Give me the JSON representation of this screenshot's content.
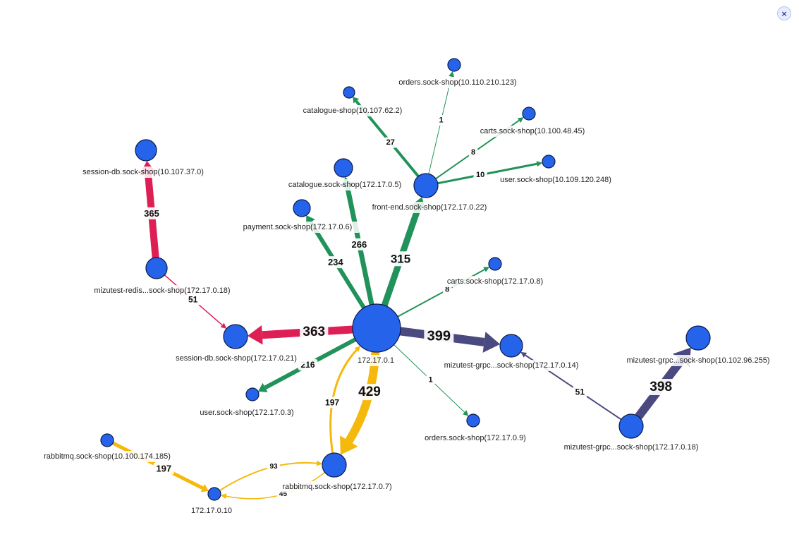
{
  "close_icon_glyph": "×",
  "colors": {
    "node_fill": "#2563eb",
    "node_stroke": "#0b1a4a",
    "green": "#21925a",
    "red": "#de1f56",
    "purple": "#4a4a80",
    "yellow": "#f5b80c"
  },
  "nodes": [
    {
      "id": "n_orders_svc",
      "label": "orders.sock-shop(10.110.210.123)"
    },
    {
      "id": "n_catalogue_svc",
      "label": "catalogue-shop(10.107.62.2)"
    },
    {
      "id": "n_carts_svc",
      "label": "carts.sock-shop(10.100.48.45)"
    },
    {
      "id": "n_user_svc",
      "label": "user.sock-shop(10.109.120.248)"
    },
    {
      "id": "n_sessiondb_svc",
      "label": "session-db.sock-shop(10.107.37.0)"
    },
    {
      "id": "n_catalogue_pod",
      "label": "catalogue.sock-shop(172.17.0.5)"
    },
    {
      "id": "n_frontend",
      "label": "front-end.sock-shop(172.17.0.22)"
    },
    {
      "id": "n_payment",
      "label": "payment.sock-shop(172.17.0.6)"
    },
    {
      "id": "n_redis",
      "label": "mizutest-redis...sock-shop(172.17.0.18)"
    },
    {
      "id": "n_carts_pod",
      "label": "carts.sock-shop(172.17.0.8)"
    },
    {
      "id": "n_hub",
      "label": "172.17.0.1"
    },
    {
      "id": "n_sessiondb_pod",
      "label": "session-db.sock-shop(172.17.0.21)"
    },
    {
      "id": "n_grpc14",
      "label": "mizutest-grpc...sock-shop(172.17.0.14)"
    },
    {
      "id": "n_grpc_svc",
      "label": "mizutest-grpc...sock-shop(10.102.96.255)"
    },
    {
      "id": "n_user_pod",
      "label": "user.sock-shop(172.17.0.3)"
    },
    {
      "id": "n_orders_pod",
      "label": "orders.sock-shop(172.17.0.9)"
    },
    {
      "id": "n_grpc18",
      "label": "mizutest-grpc...sock-shop(172.17.0.18)"
    },
    {
      "id": "n_rabbit_svc",
      "label": "rabbitmq.sock-shop(10.100.174.185)"
    },
    {
      "id": "n_rabbit_pod",
      "label": "rabbitmq.sock-shop(172.17.0.7)"
    },
    {
      "id": "n_ip10",
      "label": "172.17.0.10"
    }
  ],
  "edges": [
    {
      "from": "n_frontend",
      "to": "n_orders_svc",
      "count": "1",
      "color": "green"
    },
    {
      "from": "n_frontend",
      "to": "n_catalogue_svc",
      "count": "27",
      "color": "green"
    },
    {
      "from": "n_frontend",
      "to": "n_carts_svc",
      "count": "8",
      "color": "green"
    },
    {
      "from": "n_frontend",
      "to": "n_user_svc",
      "count": "10",
      "color": "green"
    },
    {
      "from": "n_redis",
      "to": "n_sessiondb_svc",
      "count": "365",
      "color": "red"
    },
    {
      "from": "n_redis",
      "to": "n_sessiondb_pod",
      "count": "51",
      "color": "red"
    },
    {
      "from": "n_hub",
      "to": "n_catalogue_pod",
      "count": "266",
      "color": "green"
    },
    {
      "from": "n_hub",
      "to": "n_frontend",
      "count": "315",
      "color": "green"
    },
    {
      "from": "n_hub",
      "to": "n_payment",
      "count": "234",
      "color": "green"
    },
    {
      "from": "n_hub",
      "to": "n_carts_pod",
      "count": "8",
      "color": "green"
    },
    {
      "from": "n_hub",
      "to": "n_sessiondb_pod",
      "count": "363",
      "color": "red"
    },
    {
      "from": "n_hub",
      "to": "n_grpc14",
      "count": "399",
      "color": "purple"
    },
    {
      "from": "n_hub",
      "to": "n_user_pod",
      "count": "216",
      "color": "green"
    },
    {
      "from": "n_hub",
      "to": "n_orders_pod",
      "count": "1",
      "color": "green"
    },
    {
      "from": "n_hub",
      "to": "n_rabbit_pod",
      "count": "429",
      "color": "yellow"
    },
    {
      "from": "n_rabbit_pod",
      "to": "n_hub",
      "count": "197",
      "color": "yellow"
    },
    {
      "from": "n_grpc18",
      "to": "n_grpc14",
      "count": "51",
      "color": "purple"
    },
    {
      "from": "n_grpc18",
      "to": "n_grpc_svc",
      "count": "398",
      "color": "purple"
    },
    {
      "from": "n_rabbit_svc",
      "to": "n_ip10",
      "count": "197",
      "color": "yellow"
    },
    {
      "from": "n_rabbit_pod",
      "to": "n_ip10",
      "count": "45",
      "color": "yellow"
    },
    {
      "from": "n_ip10",
      "to": "n_rabbit_pod",
      "count": "93",
      "color": "yellow"
    }
  ]
}
